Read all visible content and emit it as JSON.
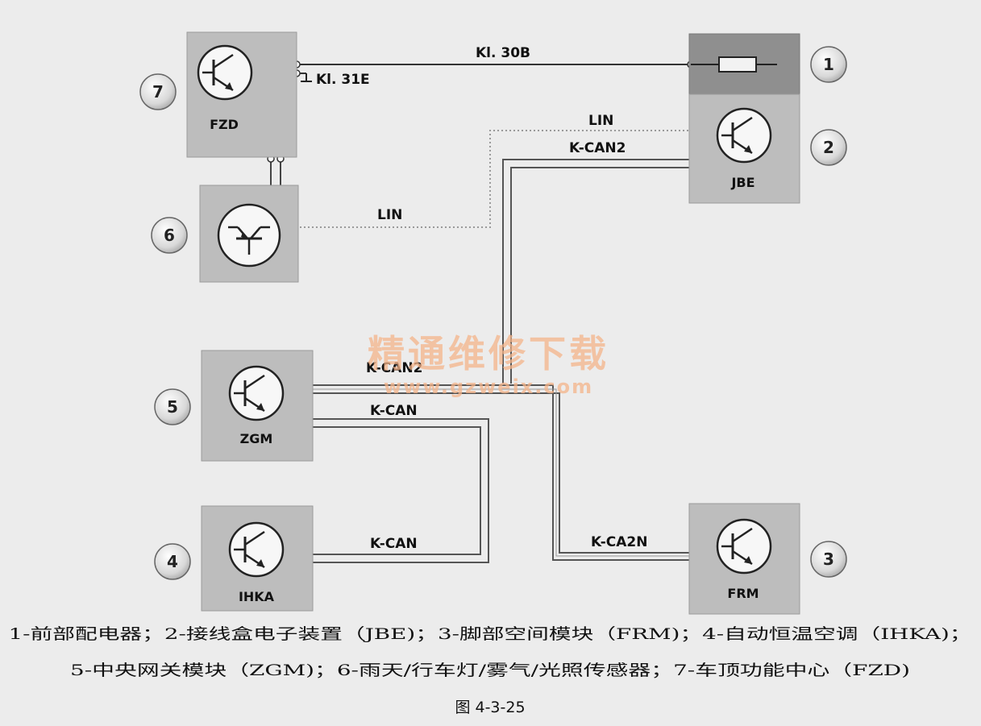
{
  "modules": {
    "fzd": "FZD",
    "jbe": "JBE",
    "zgm": "ZGM",
    "ihka": "IHKA",
    "frm": "FRM"
  },
  "badges": [
    "1",
    "2",
    "3",
    "4",
    "5",
    "6",
    "7"
  ],
  "wires": {
    "kl30b": "Kl. 30B",
    "kl31e": "Kl. 31E",
    "lin_top": "LIN",
    "lin_mid": "LIN",
    "kcan2_top": "K-CAN2",
    "kcan2_mid": "K-CAN2",
    "kcan_upper": "K-CAN",
    "kcan_lower": "K-CAN",
    "kca2n": "K-CA2N"
  },
  "watermark": {
    "title": "精通维修下载",
    "url": "www.gzweix.com"
  },
  "caption": {
    "line1": "1-前部配电器；2-接线盒电子装置（JBE)；3-脚部空间模块（FRM)；4-自动恒温空调（IHKA)；",
    "line2": "5-中央网关模块（ZGM)；6-雨天/行车灯/雾气/光照传感器；7-车顶功能中心（FZD)",
    "figure": "图 4-3-25"
  },
  "colors": {
    "background": "#ececec",
    "module_fill": "#bdbdbd",
    "module_dark": "#8f8f8f",
    "wire": "#555555",
    "watermark": "#f5b48a"
  }
}
